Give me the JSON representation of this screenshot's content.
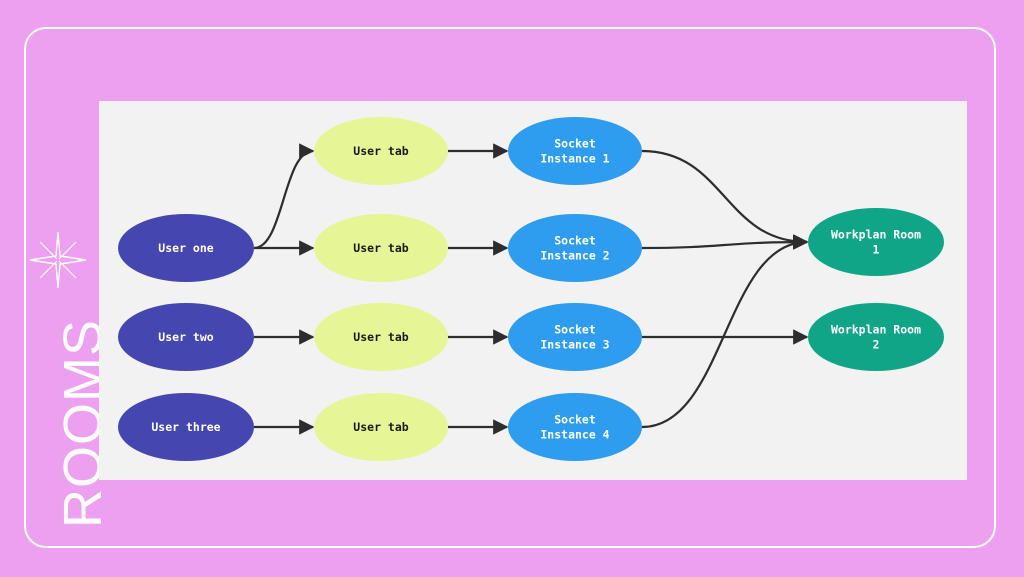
{
  "title": "ROOMS",
  "colors": {
    "background": "#eea0f0",
    "panel": "#f2f2f2",
    "user": "#4546b0",
    "tab": "#e6f596",
    "socket": "#2e9cef",
    "room": "#0fa586",
    "edge": "#2d2d2d"
  },
  "icons": {
    "decoration": "sparkle-icon"
  },
  "nodes": {
    "user_one": {
      "label": [
        "User one"
      ]
    },
    "user_two": {
      "label": [
        "User two"
      ]
    },
    "user_three": {
      "label": [
        "User three"
      ]
    },
    "tab_1": {
      "label": [
        "User tab"
      ]
    },
    "tab_2": {
      "label": [
        "User tab"
      ]
    },
    "tab_3": {
      "label": [
        "User tab"
      ]
    },
    "tab_4": {
      "label": [
        "User tab"
      ]
    },
    "socket_1": {
      "label": [
        "Socket",
        "Instance 1"
      ]
    },
    "socket_2": {
      "label": [
        "Socket",
        "Instance 2"
      ]
    },
    "socket_3": {
      "label": [
        "Socket",
        "Instance 3"
      ]
    },
    "socket_4": {
      "label": [
        "Socket",
        "Instance 4"
      ]
    },
    "room_1": {
      "label": [
        "Workplan Room",
        "1"
      ]
    },
    "room_2": {
      "label": [
        "Workplan Room",
        "2"
      ]
    }
  },
  "edges": [
    {
      "from": "user_one",
      "to": "tab_1"
    },
    {
      "from": "user_one",
      "to": "tab_2"
    },
    {
      "from": "user_two",
      "to": "tab_3"
    },
    {
      "from": "user_three",
      "to": "tab_4"
    },
    {
      "from": "tab_1",
      "to": "socket_1"
    },
    {
      "from": "tab_2",
      "to": "socket_2"
    },
    {
      "from": "tab_3",
      "to": "socket_3"
    },
    {
      "from": "tab_4",
      "to": "socket_4"
    },
    {
      "from": "socket_1",
      "to": "room_1"
    },
    {
      "from": "socket_2",
      "to": "room_1"
    },
    {
      "from": "socket_4",
      "to": "room_1"
    },
    {
      "from": "socket_3",
      "to": "room_2"
    }
  ]
}
